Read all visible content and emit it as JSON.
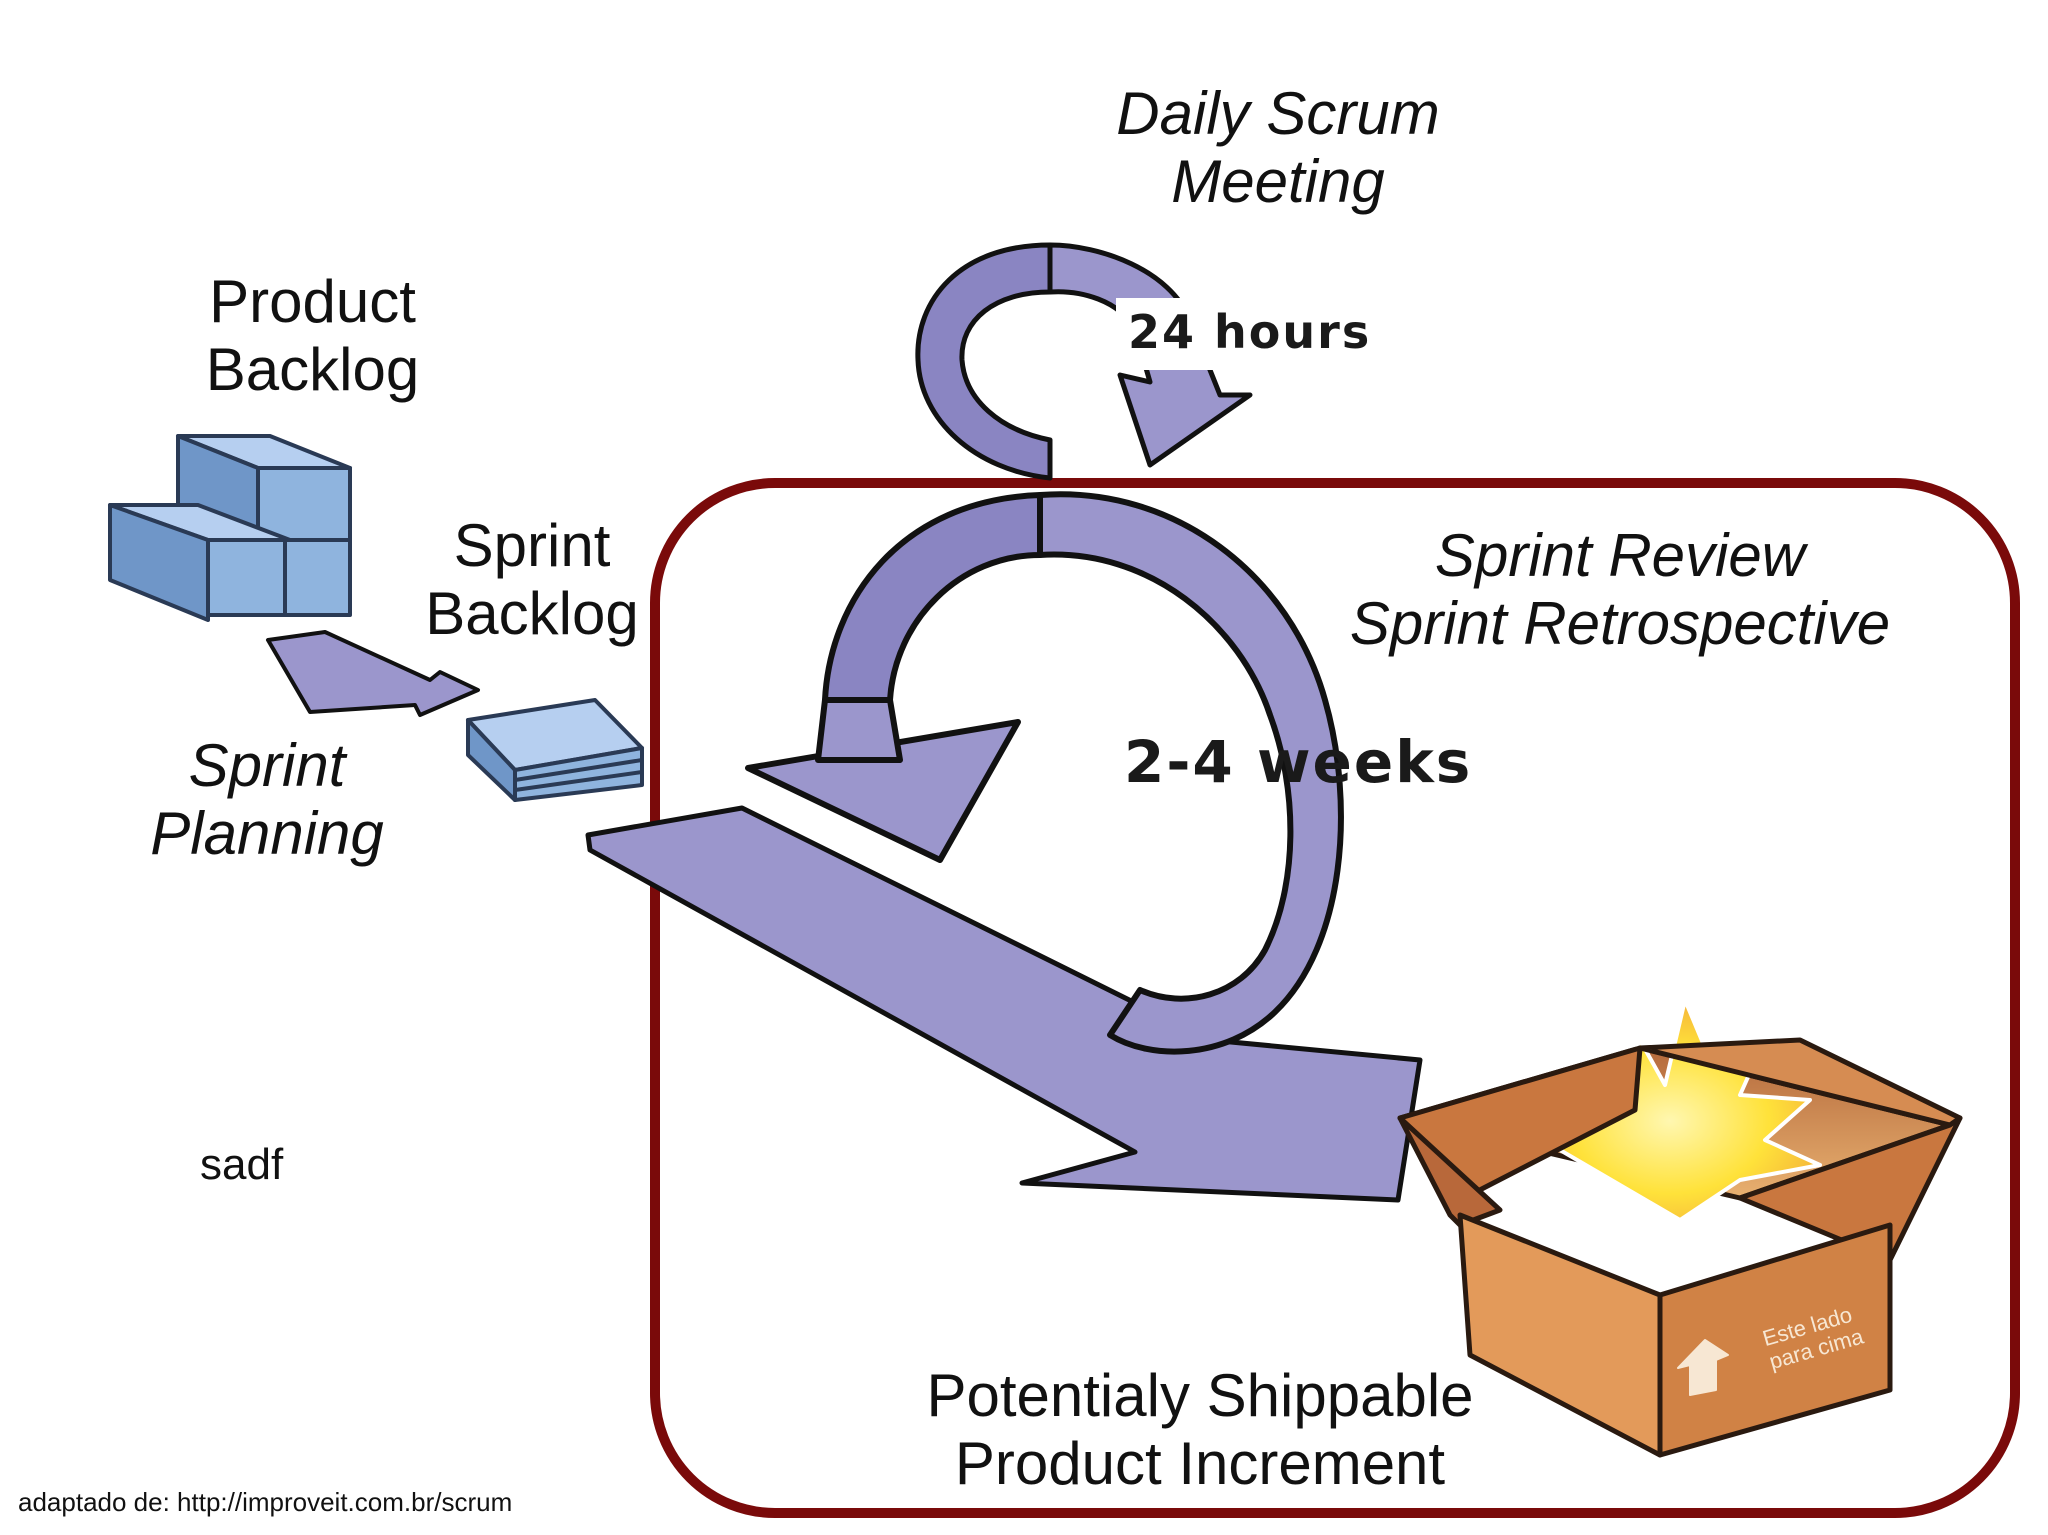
{
  "labels": {
    "daily_scrum_line1": "Daily Scrum",
    "daily_scrum_line2": "Meeting",
    "hours_badge": "24 hours",
    "product_backlog_line1": "Product",
    "product_backlog_line2": "Backlog",
    "sprint_backlog_line1": "Sprint",
    "sprint_backlog_line2": "Backlog",
    "sprint_planning_line1": "Sprint",
    "sprint_planning_line2": "Planning",
    "review_line1": "Sprint Review",
    "review_line2": "Sprint Retrospective",
    "weeks_badge": "2-4 weeks",
    "increment_line1": "Potentialy Shippable",
    "increment_line2": "Product Increment",
    "stray_text": "sadf",
    "source_credit": "adaptado de: http://improveit.com.br/scrum",
    "box_print": "Este lado para cima"
  },
  "colors": {
    "arrow_fill": "#9b96cc",
    "arrow_outline": "#111111",
    "backlog_blue": "#8fb4de",
    "review_frame": "#7a0a0a",
    "box_tan": "#d68c52",
    "box_dark": "#b8683a",
    "burst_yellow": "#ffe23a"
  }
}
